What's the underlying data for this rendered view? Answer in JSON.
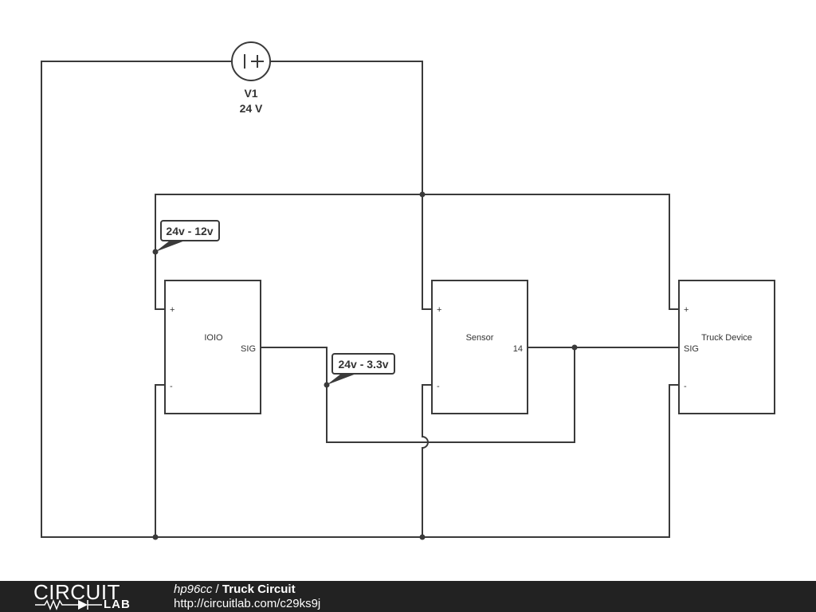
{
  "source": {
    "name": "V1",
    "value": "24 V"
  },
  "components": {
    "ioio": {
      "label": "IOIO",
      "pin_plus": "+",
      "pin_minus": "-",
      "pin_sig": "SIG"
    },
    "sensor": {
      "label": "Sensor",
      "pin_plus": "+",
      "pin_minus": "-",
      "pin_out": "14"
    },
    "truck": {
      "label": "Truck Device",
      "pin_plus": "+",
      "pin_minus": "-",
      "pin_sig": "SIG"
    }
  },
  "annotations": {
    "top": "24v - 12v",
    "mid": "24v - 3.3v"
  },
  "footer": {
    "logo_top": "CIRCUIT",
    "logo_bottom": "LAB",
    "author": "hp96cc",
    "separator": " / ",
    "title": "Truck Circuit",
    "url": "http://circuitlab.com/c29ks9j"
  }
}
